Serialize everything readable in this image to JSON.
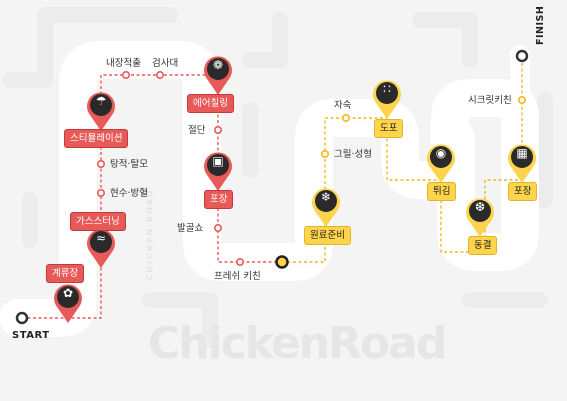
{
  "title": "ChickenRoad",
  "side_watermark": "CHICKEN ROAD",
  "start": "START",
  "finish": "FINISH",
  "colors": {
    "red": "#e85a58",
    "yellow": "#fdd44b",
    "road": "#ffffff",
    "bg": "#f4f4f4"
  },
  "red_steps": {
    "s1": "계류장",
    "s2": "가스스터닝",
    "s3": "스티뮬레이션",
    "s4": "에어칠링",
    "s5": "포장"
  },
  "red_minor": {
    "m1": "현수·방혈",
    "m2": "탕적·탈모",
    "m3": "내장적출",
    "m4": "검사대",
    "m5": "절단",
    "m6": "발골쇼",
    "m7": "프레쉬 키친"
  },
  "yellow_steps": {
    "y1": "원료준비",
    "y2": "도포",
    "y3": "튀김",
    "y4": "동결",
    "y5": "포장"
  },
  "yellow_minor": {
    "n1": "그릴·성형",
    "n2": "자숙",
    "n3": "시크릿키친"
  },
  "icons": {
    "s1": "chicken-icon",
    "s2": "gas-chicken-icon",
    "s3": "shower-icon",
    "s4": "fan-icon",
    "s5": "pack-icon",
    "y1": "ingredients-icon",
    "y2": "sprinkle-icon",
    "y3": "drumstick-icon",
    "y4": "freeze-icon",
    "y5": "package-icon"
  }
}
